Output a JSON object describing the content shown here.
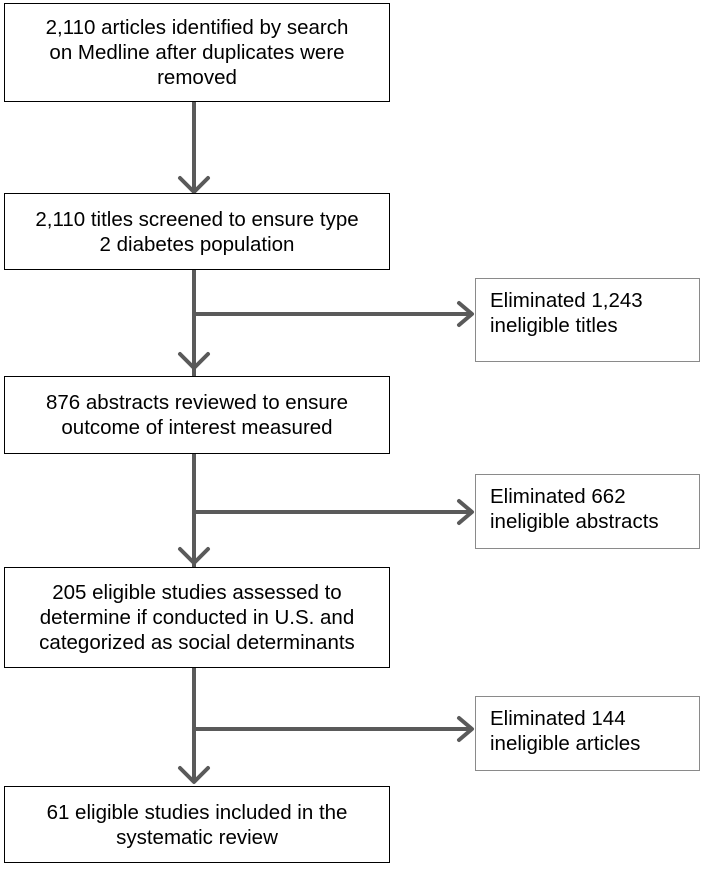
{
  "colors": {
    "arrow": "#5a5a5a",
    "main_box_border": "#000000",
    "side_box_border": "#8a8a8a",
    "background": "#ffffff"
  },
  "steps": [
    {
      "text": "2,110 articles identified by search\non Medline after duplicates were\nremoved"
    },
    {
      "text": "2,110 titles screened to ensure type\n2 diabetes population"
    },
    {
      "text": "876 abstracts reviewed to ensure\noutcome of interest measured"
    },
    {
      "text": "205 eligible studies assessed to\ndetermine if conducted in U.S. and\ncategorized as social determinants"
    },
    {
      "text": "61 eligible studies included in the\nsystematic review"
    }
  ],
  "exclusions": [
    {
      "text": "Eliminated 1,243\nineligible titles"
    },
    {
      "text": "Eliminated 662\nineligible abstracts"
    },
    {
      "text": "Eliminated 144\nineligible articles"
    }
  ]
}
